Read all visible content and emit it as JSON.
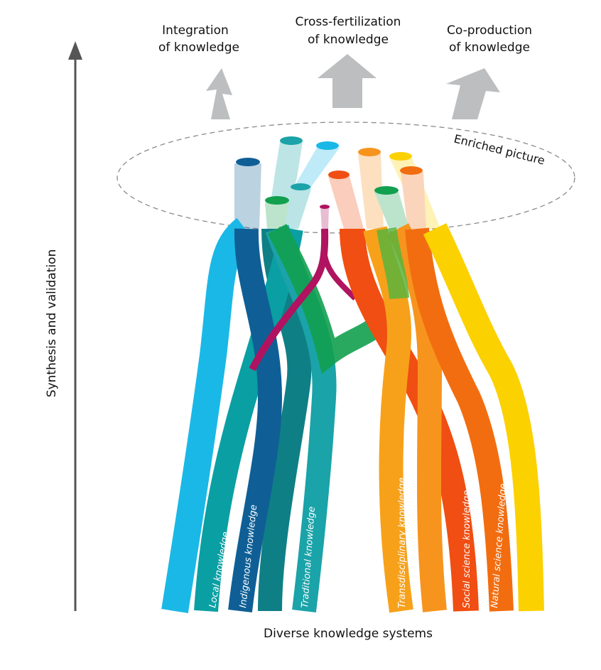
{
  "outcomes": [
    {
      "line1": "Integration",
      "line2": "of knowledge"
    },
    {
      "line1": "Cross-fertilization",
      "line2": "of knowledge"
    },
    {
      "line1": "Co-production",
      "line2": "of knowledge"
    }
  ],
  "ellipse_label": "Enriched picture",
  "y_axis_label": "Synthesis and validation",
  "x_axis_label": "Diverse knowledge systems",
  "strands": [
    {
      "label": "Local knowledge",
      "color": "#0a9fa3"
    },
    {
      "label": "Indigenous knowledge",
      "color": "#0f5f96"
    },
    {
      "label": "Traditional knowledge",
      "color": "#1aa3a8"
    },
    {
      "label": "Transdisciplinary knowledge",
      "color": "#f7a11a"
    },
    {
      "label": "Social science knowledge",
      "color": "#f15a16"
    },
    {
      "label": "Natural science knowledge",
      "color": "#f26d10"
    }
  ],
  "colors": {
    "arrow_gray": "#bcbec0",
    "axis": "#555555",
    "sky": "#1ab8e6",
    "dark_teal": "#0f7f86",
    "green": "#12a04f",
    "magenta": "#b0135f",
    "orange": "#f7941d",
    "yellow": "#fcd100",
    "red_orange": "#f04e12"
  }
}
